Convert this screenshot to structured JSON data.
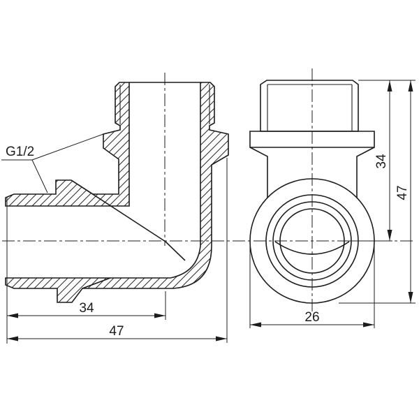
{
  "labels": {
    "thread_size": "G1/2"
  },
  "dimensions": {
    "side_view": {
      "thread_to_end_length": "34",
      "overall_length": "47"
    },
    "front_view": {
      "top_to_center_height": "34",
      "overall_height": "47",
      "body_width": "26"
    }
  },
  "colors": {
    "line": "#1c1c1c",
    "background": "#ffffff"
  }
}
